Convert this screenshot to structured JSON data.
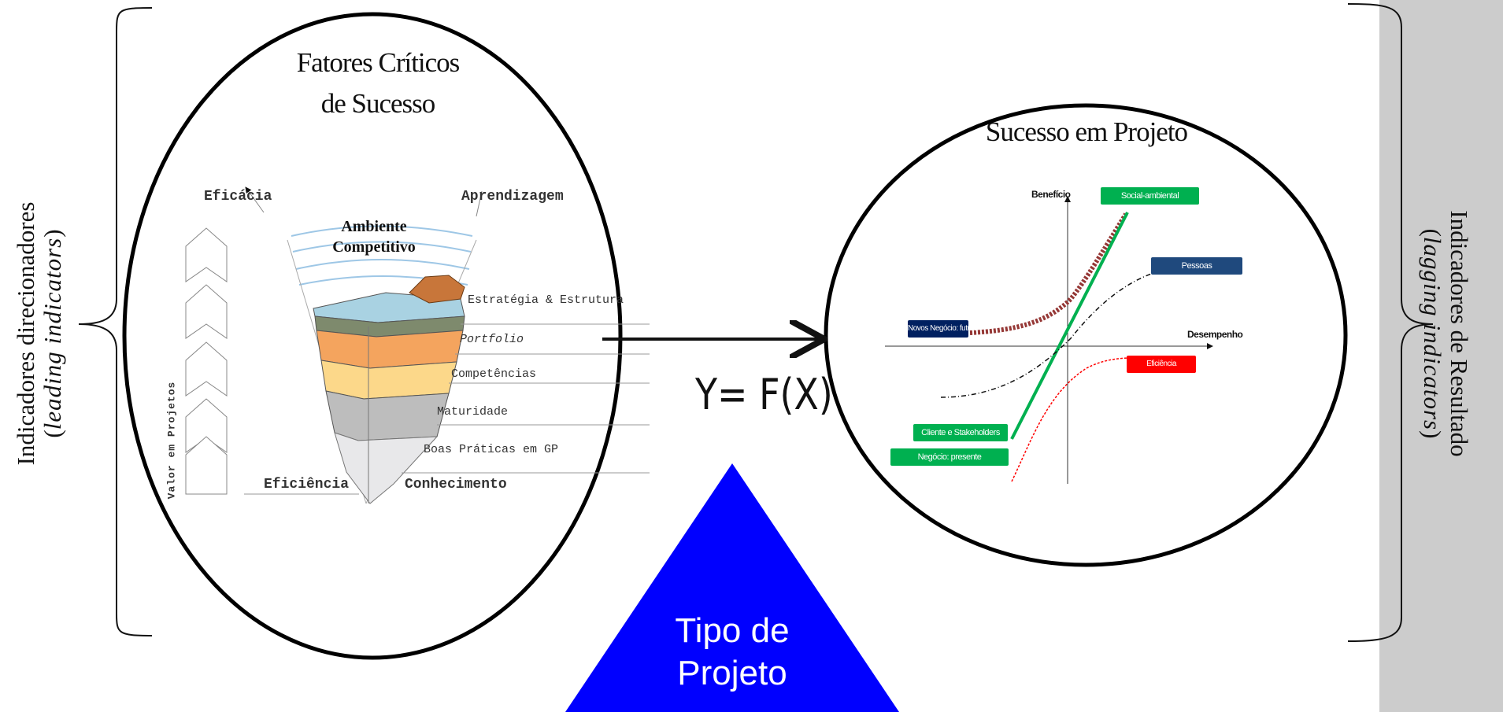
{
  "left_label": {
    "line1": "Indicadores direcionadores",
    "line2_italic": "leading indicators"
  },
  "right_label": {
    "line1": "Indicadores de Resultado",
    "line2_italic": "lagging indicators"
  },
  "left_ellipse": {
    "title_line1": "Fatores Críticos",
    "title_line2": "de Sucesso",
    "eficacia": "Eficácia",
    "aprendizagem": "Aprendizagem",
    "ambiente_line1": "Ambiente",
    "ambiente_line2": "Competitivo",
    "layers": [
      "Estratégia & Estrutura",
      "Portfolio",
      "Competências",
      "Maturidade",
      "Boas Práticas em GP"
    ],
    "eficiencia": "Eficiência",
    "conhecimento": "Conhecimento",
    "valor": "Valor em Projetos"
  },
  "formula": "Y= F(X)",
  "triangle": {
    "line1": "Tipo de",
    "line2": "Projeto",
    "color": "#0000ff"
  },
  "right_ellipse": {
    "title": "Sucesso em Projeto",
    "y_axis": "Benefício",
    "x_axis": "Desempenho",
    "tags": {
      "social": "Social-ambiental",
      "pessoas": "Pessoas",
      "novos": "Novos Negócio: futuro",
      "eficiencia": "Eficiência",
      "cliente": "Cliente e Stakeholders",
      "negocio": "Negócio: presente"
    },
    "colors": {
      "green": "#00b050",
      "navy": "#002060",
      "blue": "#1f497d",
      "red": "#ff0000",
      "maroon": "#953735"
    }
  }
}
